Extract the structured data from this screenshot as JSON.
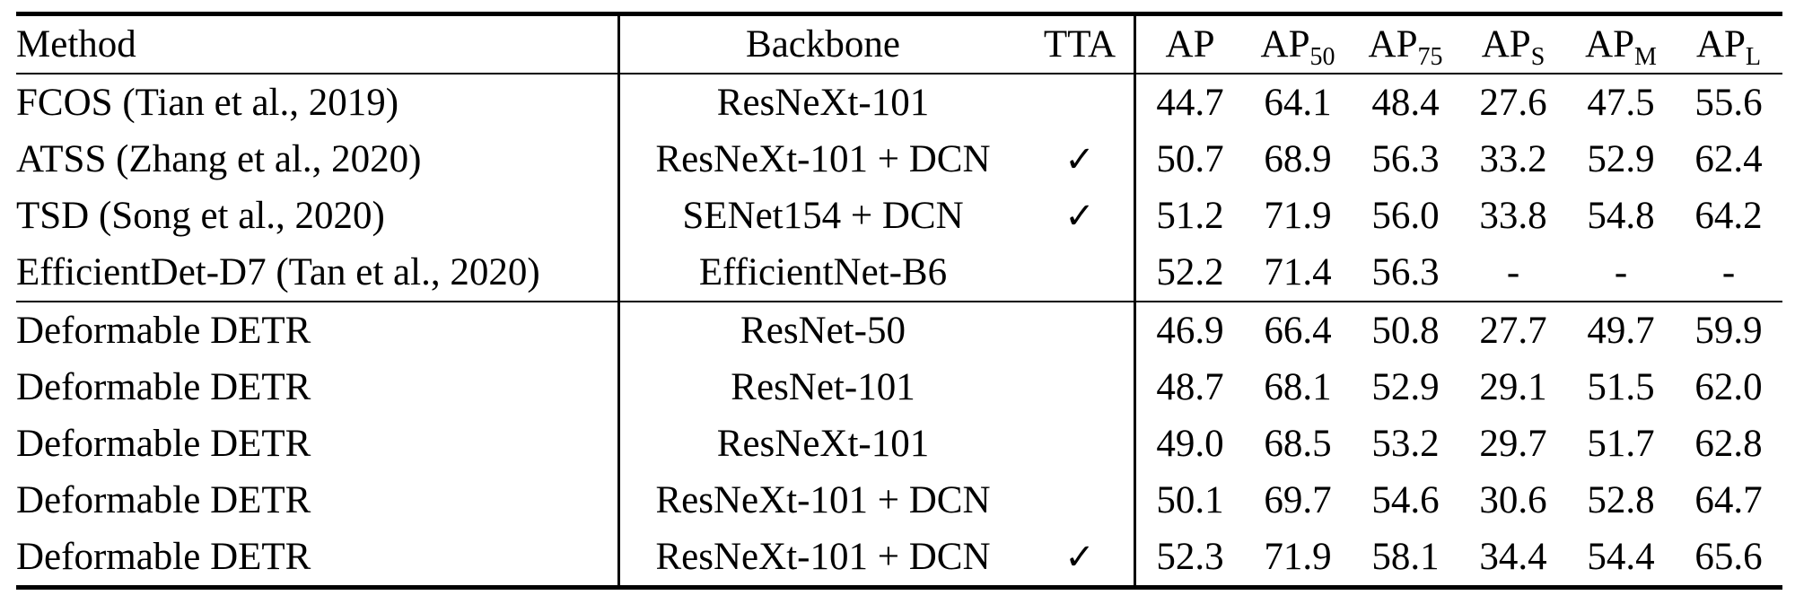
{
  "colors": {
    "text": "#000000",
    "background": "#ffffff",
    "rule": "#000000"
  },
  "table": {
    "header": {
      "method": "Method",
      "backbone": "Backbone",
      "tta": "TTA",
      "metrics": [
        {
          "base": "AP",
          "sub": ""
        },
        {
          "base": "AP",
          "sub": "50"
        },
        {
          "base": "AP",
          "sub": "75"
        },
        {
          "base": "AP",
          "sub": "S"
        },
        {
          "base": "AP",
          "sub": "M"
        },
        {
          "base": "AP",
          "sub": "L"
        }
      ]
    },
    "checkmark_glyph": "✓",
    "na_glyph": "-",
    "groups": [
      {
        "rows": [
          {
            "method": "FCOS (Tian et al., 2019)",
            "backbone": "ResNeXt-101",
            "tta": "",
            "values": [
              "44.7",
              "64.1",
              "48.4",
              "27.6",
              "47.5",
              "55.6"
            ]
          },
          {
            "method": "ATSS (Zhang et al., 2020)",
            "backbone": "ResNeXt-101 + DCN",
            "tta": "✓",
            "values": [
              "50.7",
              "68.9",
              "56.3",
              "33.2",
              "52.9",
              "62.4"
            ]
          },
          {
            "method": "TSD (Song et al., 2020)",
            "backbone": "SENet154 + DCN",
            "tta": "✓",
            "values": [
              "51.2",
              "71.9",
              "56.0",
              "33.8",
              "54.8",
              "64.2"
            ]
          },
          {
            "method": "EfficientDet-D7 (Tan et al., 2020)",
            "backbone": "EfficientNet-B6",
            "tta": "",
            "values": [
              "52.2",
              "71.4",
              "56.3",
              "-",
              "-",
              "-"
            ]
          }
        ]
      },
      {
        "rows": [
          {
            "method": "Deformable DETR",
            "backbone": "ResNet-50",
            "tta": "",
            "values": [
              "46.9",
              "66.4",
              "50.8",
              "27.7",
              "49.7",
              "59.9"
            ]
          },
          {
            "method": "Deformable DETR",
            "backbone": "ResNet-101",
            "tta": "",
            "values": [
              "48.7",
              "68.1",
              "52.9",
              "29.1",
              "51.5",
              "62.0"
            ]
          },
          {
            "method": "Deformable DETR",
            "backbone": "ResNeXt-101",
            "tta": "",
            "values": [
              "49.0",
              "68.5",
              "53.2",
              "29.7",
              "51.7",
              "62.8"
            ]
          },
          {
            "method": "Deformable DETR",
            "backbone": "ResNeXt-101 + DCN",
            "tta": "",
            "values": [
              "50.1",
              "69.7",
              "54.6",
              "30.6",
              "52.8",
              "64.7"
            ]
          },
          {
            "method": "Deformable DETR",
            "backbone": "ResNeXt-101 + DCN",
            "tta": "✓",
            "values": [
              "52.3",
              "71.9",
              "58.1",
              "34.4",
              "54.4",
              "65.6"
            ]
          }
        ]
      }
    ]
  }
}
